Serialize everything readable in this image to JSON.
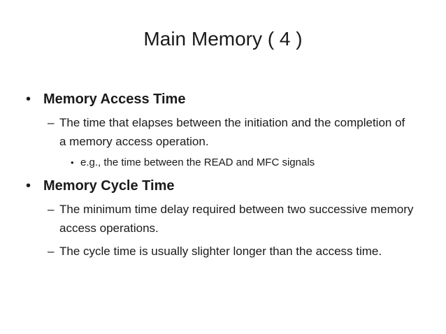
{
  "slide": {
    "title": "Main Memory ( 4 )",
    "background_color": "#ffffff",
    "text_color": "#1a1a1a",
    "glyphs": {
      "level1_bullet": "•",
      "level2_bullet": "–",
      "level3_bullet": "•"
    },
    "bullets": [
      {
        "level": 1,
        "label": "Memory Access Time"
      },
      {
        "level": 2,
        "lines": [
          "The time that elapses between the initiation and the completion of",
          "a memory access operation."
        ]
      },
      {
        "level": 3,
        "label": "e.g., the time between the READ and MFC signals"
      },
      {
        "level": 1,
        "label": "Memory Cycle Time"
      },
      {
        "level": 2,
        "lines": [
          "The minimum time delay required between two successive memory",
          "access operations."
        ]
      },
      {
        "level": 2,
        "label": "The cycle time is usually slighter longer than the access time."
      }
    ]
  }
}
